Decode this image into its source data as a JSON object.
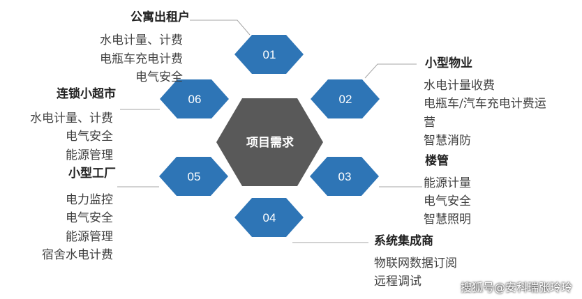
{
  "center": {
    "label": "项目需求"
  },
  "hexagons": [
    "01",
    "02",
    "03",
    "04",
    "05",
    "06"
  ],
  "groups": {
    "apartment": {
      "title": "公寓出租户",
      "items": [
        "水电计量、计费",
        "电瓶车充电计费",
        "电气安全"
      ]
    },
    "property": {
      "title": "小型物业",
      "items": [
        "水电计量收费",
        "电瓶车/汽车充电计费运",
        "营",
        "智慧消防"
      ]
    },
    "building": {
      "title": "楼管",
      "items": [
        "能源计量",
        "电气安全",
        "智慧照明"
      ]
    },
    "integrator": {
      "title": "系统集成商",
      "items": [
        "物联网数据订阅",
        "远程调试"
      ]
    },
    "factory": {
      "title": "小型工厂",
      "items": [
        "电力监控",
        "电气安全",
        "能源管理",
        "宿舍水电计费"
      ]
    },
    "supermarket": {
      "title": "连锁小超市",
      "items": [
        "水电计量、计费",
        "电气安全",
        "能源管理"
      ]
    }
  },
  "watermark": "搜狐号@安科瑞张玲玲",
  "colors": {
    "hex_blue": "#2e75b6",
    "center_gray": "#595959",
    "line_gray": "#a6a6a6"
  }
}
